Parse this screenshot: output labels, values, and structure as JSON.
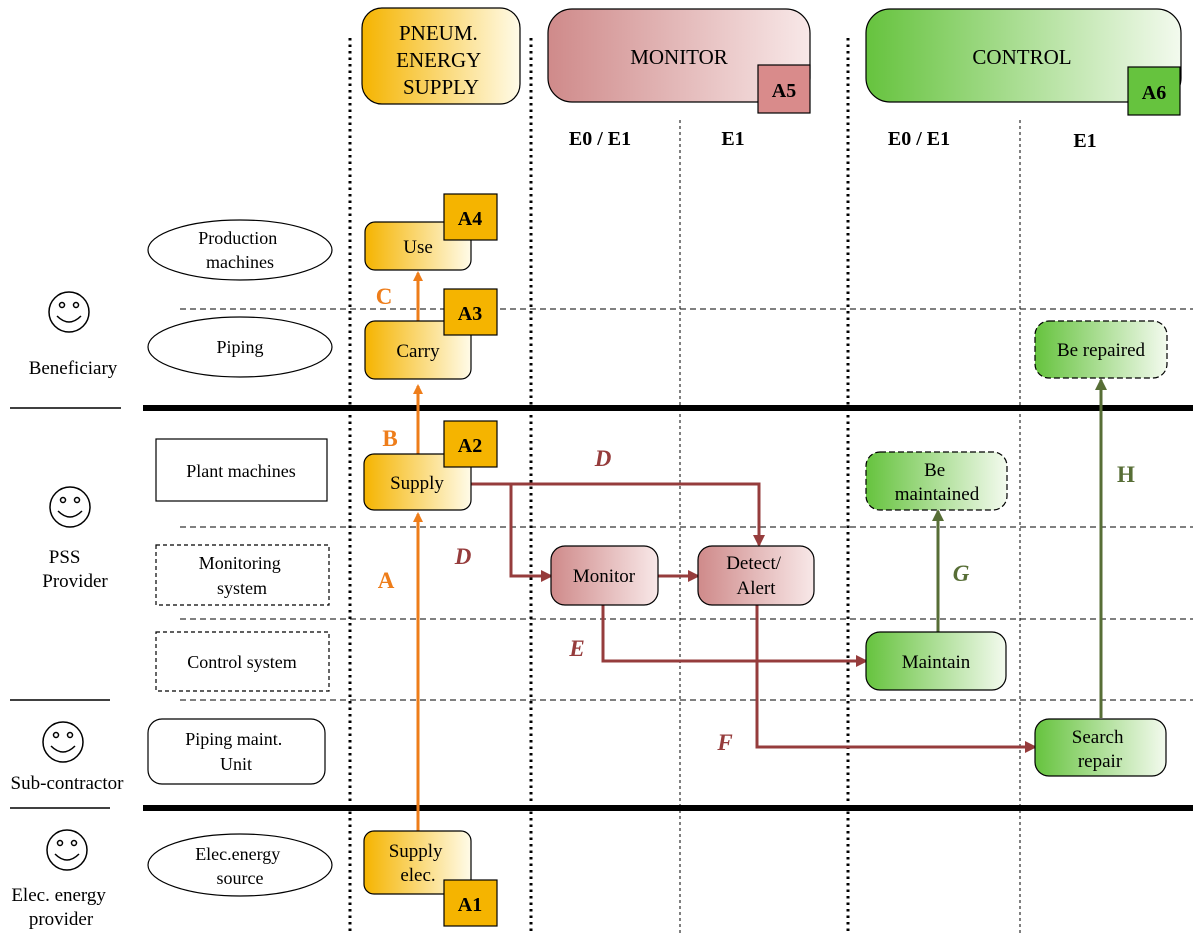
{
  "colors": {
    "yellow_dark": "#f5b400",
    "yellow_light": "#fffbe8",
    "red_dark": "#cf8a8a",
    "red_light": "#f8e8e8",
    "green_dark": "#66c33e",
    "green_light": "#f3faee",
    "arrow_orange": "#ee7d1a",
    "arrow_red": "#963c3c",
    "arrow_green": "#576e36"
  },
  "headers": {
    "pneum": [
      "PNEUM.",
      "ENERGY",
      "SUPPLY"
    ],
    "monitor": "MONITOR",
    "control": "CONTROL"
  },
  "tags": {
    "a1": "A1",
    "a2": "A2",
    "a3": "A3",
    "a4": "A4",
    "a5": "A5",
    "a6": "A6"
  },
  "columns": {
    "monitor_e0e1": "E0 / E1",
    "monitor_e1": "E1",
    "control_e0e1": "E0 / E1",
    "control_e1": "E1"
  },
  "actors": {
    "beneficiary": [
      "Beneficiary"
    ],
    "pss": [
      "PSS",
      "Provider"
    ],
    "sub": [
      "Sub-contractor"
    ],
    "elec": [
      "Elec. energy",
      "provider"
    ]
  },
  "resources": {
    "production_machines": [
      "Production",
      "machines"
    ],
    "piping": [
      "Piping"
    ],
    "plant_machines": [
      "Plant machines"
    ],
    "monitoring_system": [
      "Monitoring",
      "system"
    ],
    "control_system": [
      "Control system"
    ],
    "piping_maint": [
      "Piping maint.",
      "Unit"
    ],
    "elec_source": [
      "Elec.energy",
      "source"
    ]
  },
  "activities": {
    "use": [
      "Use"
    ],
    "carry": [
      "Carry"
    ],
    "supply": [
      "Supply"
    ],
    "supply_elec": [
      "Supply",
      "elec."
    ],
    "monitor": [
      "Monitor"
    ],
    "detect": [
      "Detect/",
      "Alert"
    ],
    "maintain": [
      "Maintain"
    ],
    "be_maintained": [
      "Be",
      "maintained"
    ],
    "search_repair": [
      "Search",
      "repair"
    ],
    "be_repaired": [
      "Be repaired"
    ]
  },
  "flows": {
    "a": "A",
    "b": "B",
    "c": "C",
    "d": "D",
    "e": "E",
    "f": "F",
    "g": "G",
    "h": "H"
  }
}
